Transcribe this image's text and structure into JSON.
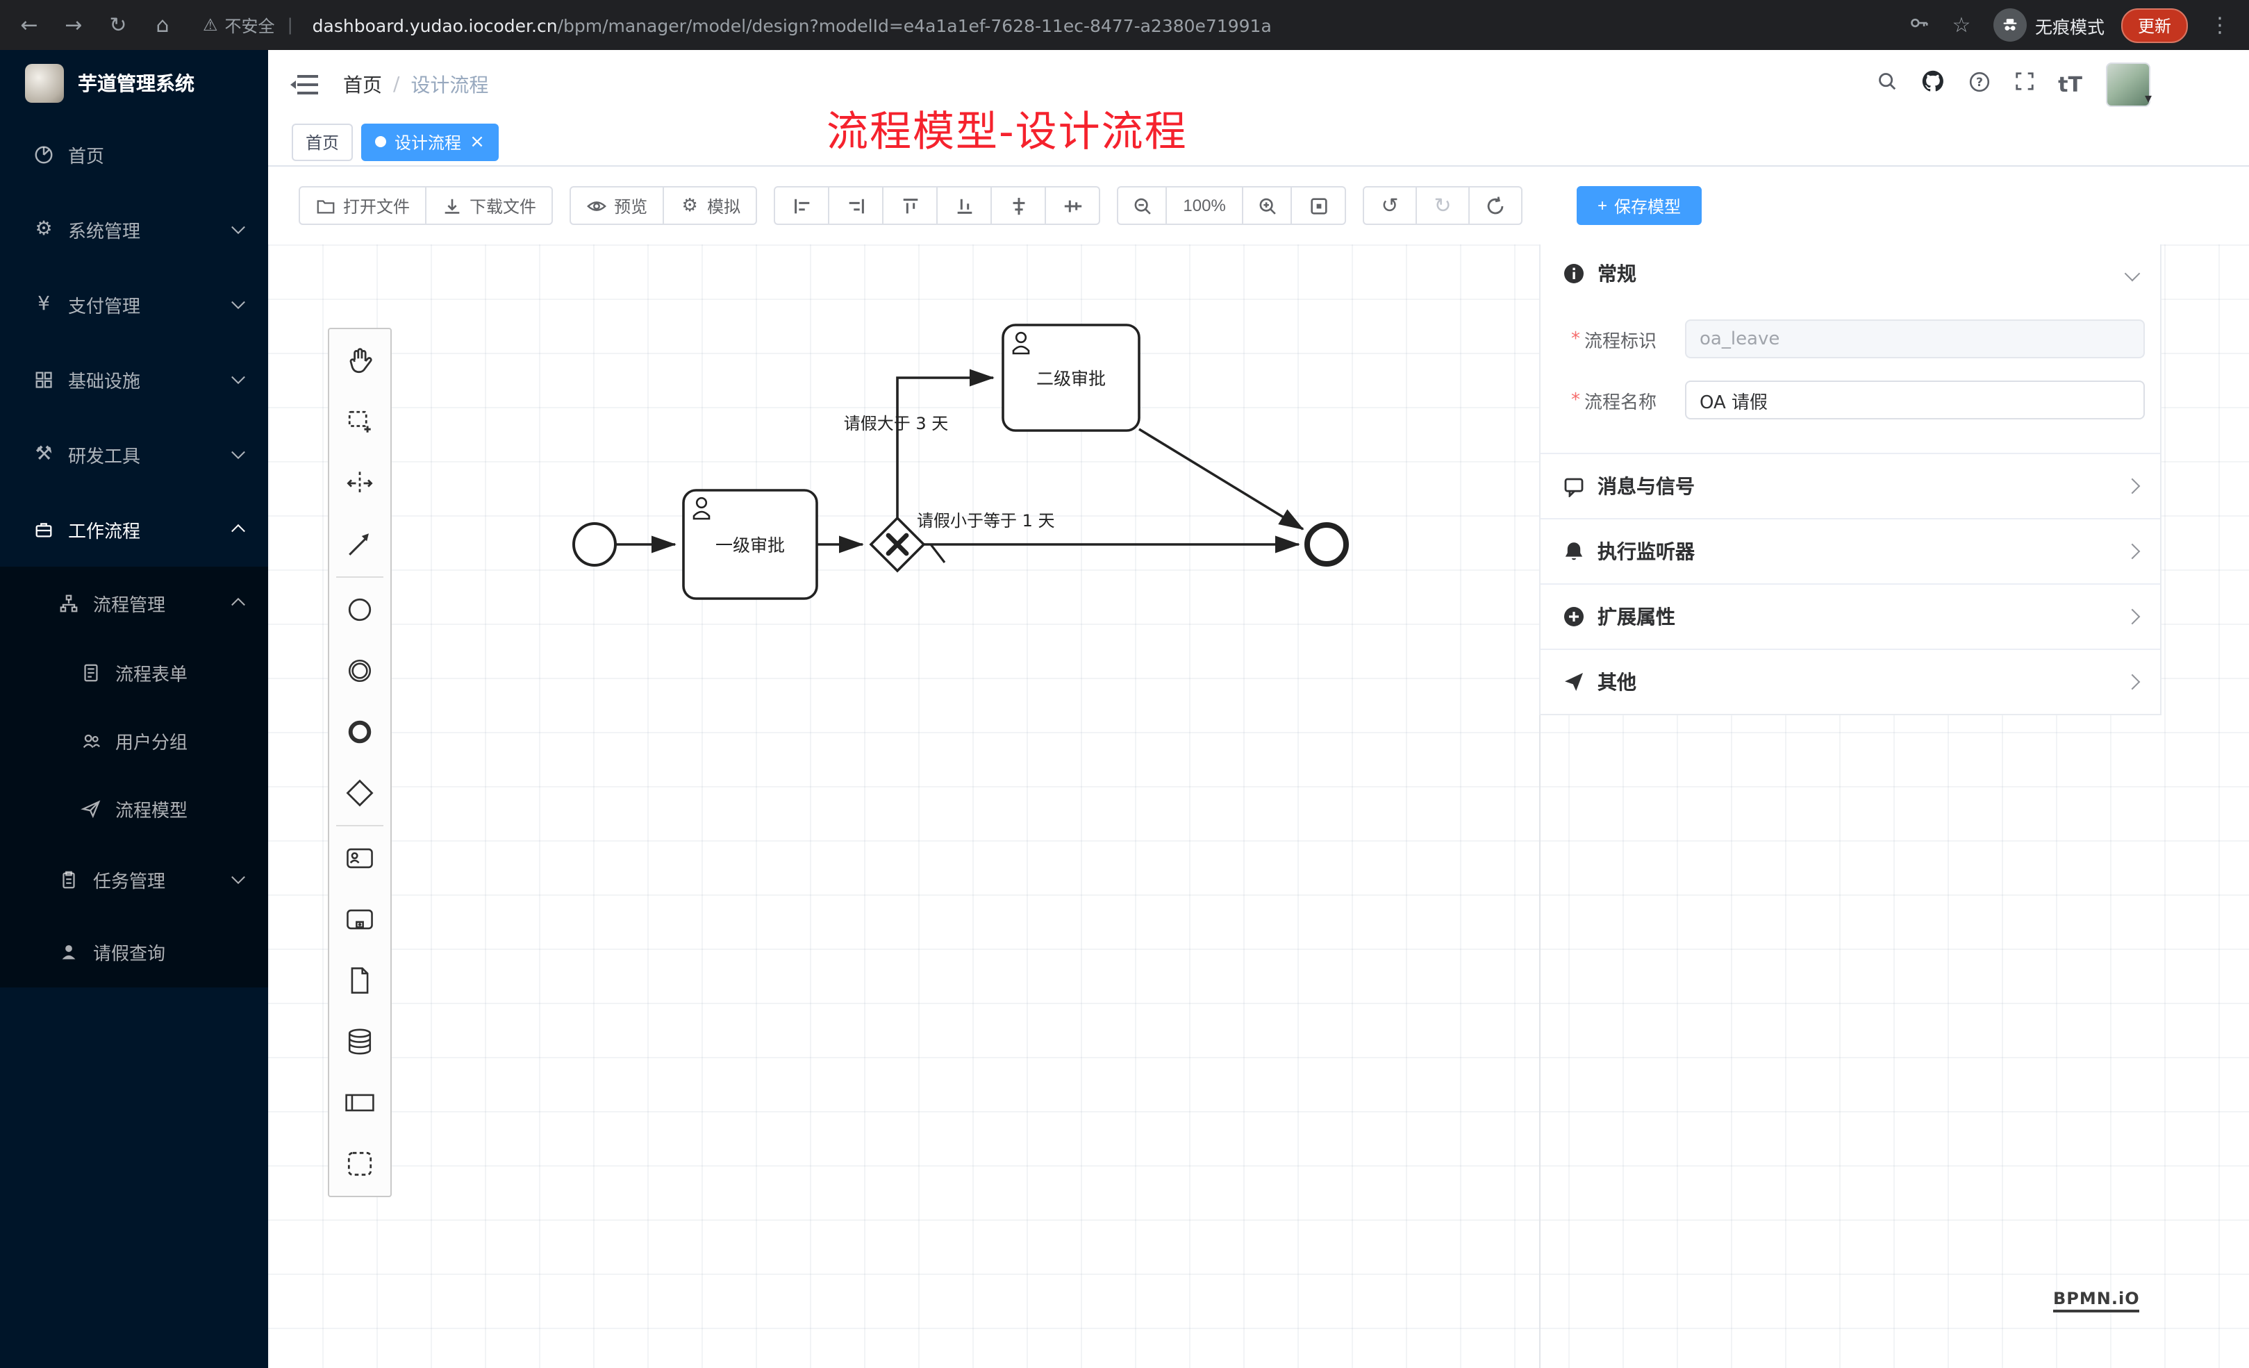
{
  "browser": {
    "security_label": "不安全",
    "url_domain": "dashboard.yudao.iocoder.cn",
    "url_path": "/bpm/manager/model/design?modelId=e4a1a1ef-7628-11ec-8477-a2380e71991a",
    "incognito_label": "无痕模式",
    "update_label": "更新"
  },
  "glyphs": {
    "back": "←",
    "forward": "→",
    "reload": "↻",
    "home": "⌂",
    "warning": "⚠",
    "divider": "|",
    "star": "☆",
    "more": "⋮",
    "caret": "▾",
    "gear": "⚙",
    "yen": "¥",
    "tools": "⚒",
    "slash": "/",
    "close": "×",
    "plus": "+",
    "font_size": "tT",
    "undo": "↺",
    "redo": "↻"
  },
  "sidebar": {
    "app_title": "芋道管理系统",
    "items": [
      {
        "label": "首页"
      },
      {
        "label": "系统管理"
      },
      {
        "label": "支付管理"
      },
      {
        "label": "基础设施"
      },
      {
        "label": "研发工具"
      },
      {
        "label": "工作流程"
      },
      {
        "label": "流程管理"
      },
      {
        "label": "流程表单"
      },
      {
        "label": "用户分组"
      },
      {
        "label": "流程模型"
      },
      {
        "label": "任务管理"
      },
      {
        "label": "请假查询"
      }
    ]
  },
  "navbar": {
    "breadcrumb_home": "首页",
    "breadcrumb_current": "设计流程"
  },
  "annotation": "流程模型-设计流程",
  "tabs": {
    "home": "首页",
    "active": "设计流程"
  },
  "toolbar": {
    "open": "打开文件",
    "download": "下载文件",
    "preview": "预览",
    "simulate": "模拟",
    "zoom_level": "100%",
    "save": "保存模型"
  },
  "palette": [
    "hand-tool",
    "lasso-tool",
    "space-tool",
    "global-connect-tool",
    "create-start-event",
    "create-intermediate-event",
    "create-end-event",
    "create-gateway",
    "create-user-task",
    "create-subprocess",
    "create-data-object",
    "create-data-store",
    "create-participant",
    "create-group"
  ],
  "diagram": {
    "task1": "一级审批",
    "task2": "二级审批",
    "flow_label_top": "请假大于 3 天",
    "flow_label_bottom": "请假小于等于 1 天"
  },
  "panel": {
    "general_title": "常规",
    "field1_label": "流程标识",
    "field1_value": "oa_leave",
    "field2_label": "流程名称",
    "field2_value": "OA 请假",
    "sections": [
      {
        "title": "消息与信号"
      },
      {
        "title": "执行监听器"
      },
      {
        "title": "扩展属性"
      },
      {
        "title": "其他"
      }
    ]
  },
  "bpmn_logo": "BPMN.iO",
  "colors": {
    "accent_blue": "#409eff",
    "sidebar_bg": "#001529",
    "sidebar_sub_bg": "#000c17",
    "annotation_red": "#f5222d",
    "update_red": "#c5351f"
  }
}
